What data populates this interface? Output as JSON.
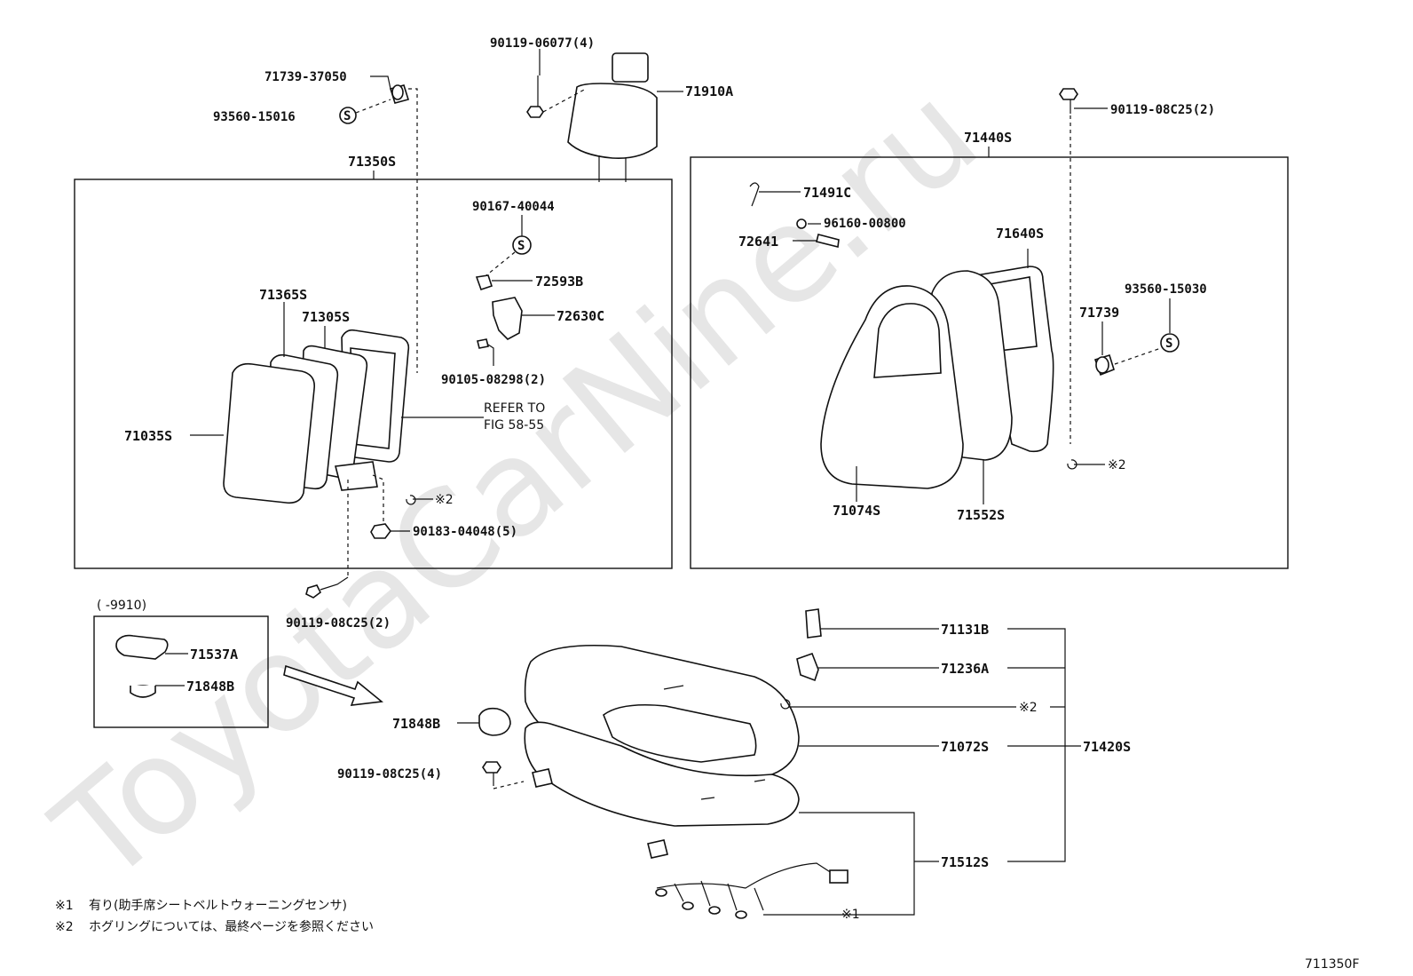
{
  "watermark": "ToyotaCarNine.ru",
  "figure_code": "711350F",
  "notes": [
    {
      "mark": "※1",
      "text": "有り(助手席シートベルトウォーニングセンサ)"
    },
    {
      "mark": "※2",
      "text": "ホグリングについては、最終ページを参照ください"
    }
  ],
  "date_range_box": "(      -9910)",
  "refer_to": {
    "line1": "REFER TO",
    "line2": "FIG 58-55"
  },
  "labels": {
    "p90119_06077": "90119-06077(4)",
    "p71910A": "71910A",
    "p71739_37050": "71739-37050",
    "p93560_15016": "93560-15016",
    "p71350S": "71350S",
    "p90167_40044": "90167-40044",
    "p72593B": "72593B",
    "p72630C": "72630C",
    "p71365S": "71365S",
    "p71305S": "71305S",
    "p90105_08298": "90105-08298(2)",
    "p71035S": "71035S",
    "p90183_04048": "90183-04048(5)",
    "hog2_left": "※2",
    "p90119_08C25_left": "90119-08C25(2)",
    "p90119_08C25_right": "90119-08C25(2)",
    "p71440S": "71440S",
    "p71491C": "71491C",
    "p96160_00800": "96160-00800",
    "p72641": "72641",
    "p71640S": "71640S",
    "p93560_15030": "93560-15030",
    "p71739": "71739",
    "hog2_right": "※2",
    "p71074S": "71074S",
    "p71552S": "71552S",
    "p71537A": "71537A",
    "p71848B_box": "71848B",
    "p71848B": "71848B",
    "p90119_08C25_4": "90119-08C25(4)",
    "p71131B": "71131B",
    "p71236A": "71236A",
    "hog2_cushion": "※2",
    "p71072S": "71072S",
    "p71420S": "71420S",
    "p71512S": "71512S",
    "sensor1": "※1"
  }
}
